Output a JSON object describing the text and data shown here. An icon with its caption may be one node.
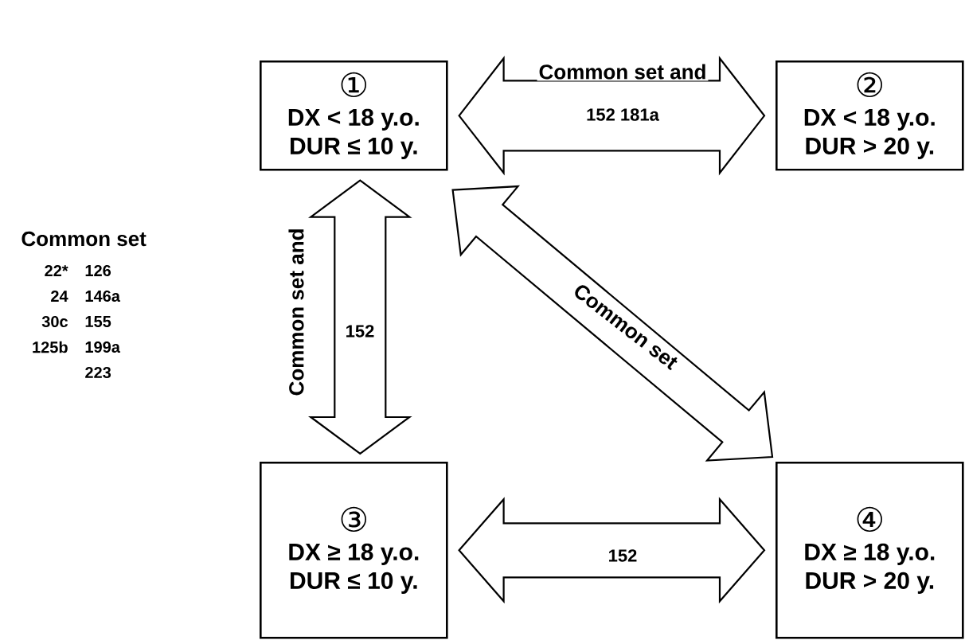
{
  "diagram": {
    "nodes": [
      {
        "text": [
          "①",
          "DX < 18 y.o.",
          "DUR ≤ 10 y."
        ]
      },
      {
        "text": [
          "②",
          "DX < 18 y.o.",
          "DUR > 20 y."
        ]
      },
      {
        "text": [
          "③",
          "DX ≥ 18 y.o.",
          "DUR ≤ 10 y."
        ]
      },
      {
        "text": [
          "④",
          "DX ≥ 18 y.o.",
          "DUR > 20 y."
        ]
      }
    ],
    "edges": [
      {
        "from": 0,
        "to": 1,
        "arrow": "both",
        "label": "152 181a"
      },
      {
        "from": 0,
        "to": 2,
        "arrow": "both",
        "label": "152"
      },
      {
        "from": 0,
        "to": 3,
        "arrow": "both",
        "label": "Common set"
      },
      {
        "from": 2,
        "to": 3,
        "arrow": "both",
        "label": "152"
      }
    ],
    "labels": [
      "Common set and",
      "Common set and",
      "Common set",
      "22*",
      "126",
      "24",
      "146a",
      "30c",
      "155",
      "125b",
      "199a",
      "223"
    ]
  }
}
